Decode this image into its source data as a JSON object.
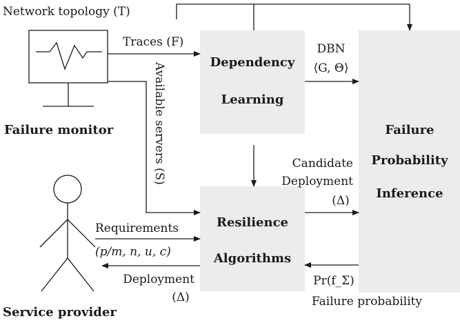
{
  "nodes": {
    "failure_monitor": "Failure monitor",
    "service_provider": "Service provider",
    "dependency_learning": [
      "Dependency",
      "Learning"
    ],
    "resilience_algorithms": [
      "Resilience",
      "Algorithms"
    ],
    "failure_probability_inference": [
      "Failure",
      "Probability",
      "Inference"
    ]
  },
  "edges": {
    "network_topology": "Network topology (T)",
    "traces": "Traces (F)",
    "available_servers": "Available servers (S)",
    "dbn": [
      "DBN",
      "⟨G, Θ⟩"
    ],
    "candidate_deployment": [
      "Candidate",
      "Deployment",
      "(Δ)"
    ],
    "requirements": [
      "Requirements",
      "(p/m, n, u, c)"
    ],
    "failure_probability": [
      "Pr(f_Σ)",
      "Failure probability"
    ],
    "deployment": [
      "Deployment",
      "(Δ)"
    ]
  },
  "colors": {
    "box_fill": "#ececec",
    "ink": "#1a1a1a"
  }
}
